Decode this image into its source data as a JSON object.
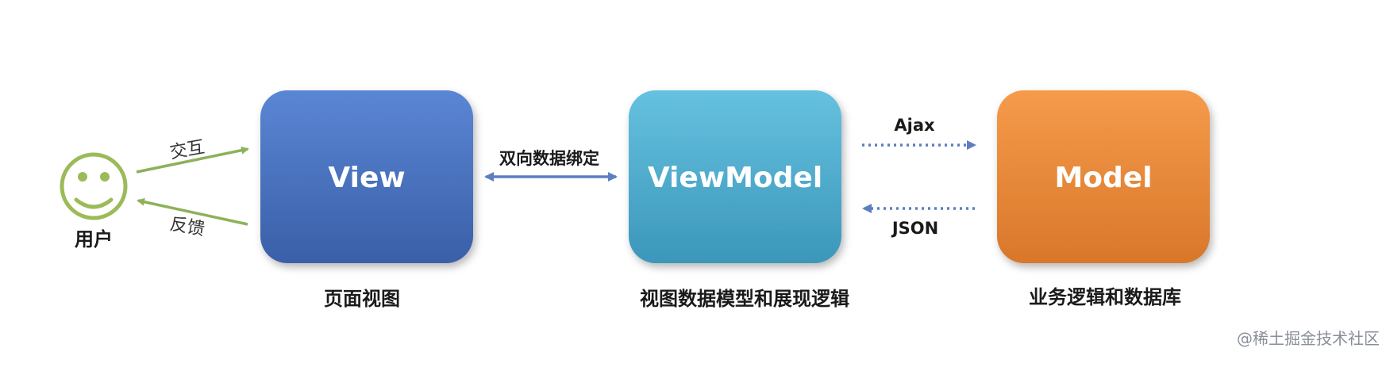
{
  "colors": {
    "view_top": "#5a86d4",
    "view_bottom": "#3a5fa8",
    "viewmodel_top": "#66c1e0",
    "viewmodel_bottom": "#3b97ba",
    "model_top": "#f59b4a",
    "model_bottom": "#d9772a",
    "user_green": "#9bbb59",
    "arrow_green": "#8db15a",
    "arrow_blue": "#5b7fc0"
  },
  "user": {
    "label": "用户",
    "icon": "smiley-face-icon"
  },
  "edges": {
    "interact_label": "交互",
    "feedback_label": "反馈",
    "binding_label": "双向数据绑定",
    "ajax_label": "Ajax",
    "json_label": "JSON"
  },
  "boxes": {
    "view": {
      "label": "View",
      "caption": "页面视图"
    },
    "viewmodel": {
      "label": "ViewModel",
      "caption": "视图数据模型和展现逻辑"
    },
    "model": {
      "label": "Model",
      "caption": "业务逻辑和数据库"
    }
  },
  "watermark": "@稀土掘金技术社区"
}
